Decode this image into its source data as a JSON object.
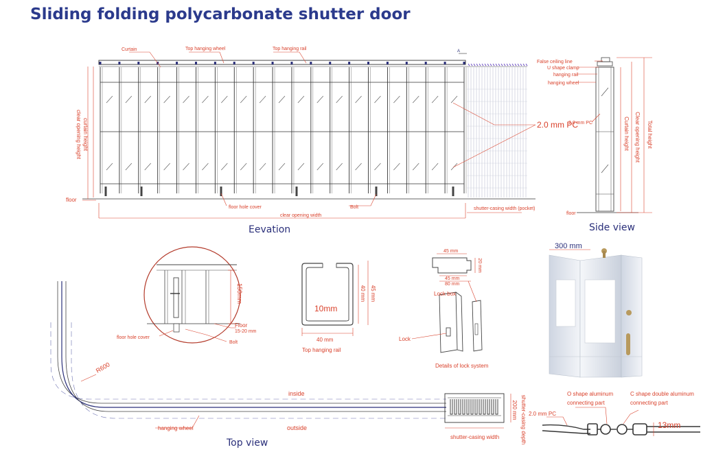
{
  "title": "Sliding folding polycarbonate shutter door",
  "elevation": {
    "caption": "Eevation",
    "labels": {
      "curtain": "Curtain",
      "top_wheel": "Top hanging wheel",
      "top_rail": "Top hanging rail",
      "pc": "2.0 mm PC",
      "curtain_height": "curtain height",
      "clear_opening_height": "clear opening height",
      "floor": "floor",
      "floor_hole_cover": "floor hole cover",
      "bolt": "Bolt",
      "clear_opening_width": "clear opening width",
      "shutter_casing_width_pocket": "shutter-casing width (pocket)",
      "section_mark": "A"
    }
  },
  "side_view": {
    "caption": "Side view",
    "labels": {
      "false_ceiling": "False ceiling line",
      "u_clamp": "U shape clamp",
      "hanging_rail": "hanging rail",
      "hanging_wheel": "hanging wheel",
      "pc": "2.0 mm PC",
      "curtain_height": "Curtain height",
      "clear_opening_height": "Clear opening height",
      "total_height": "Total height",
      "floor": "floor"
    }
  },
  "detail_floor": {
    "dim_150": "150mm",
    "floor": "Floor",
    "gap": "15-20 mm",
    "floor_hole_cover": "floor hole cover",
    "bolt": "Bolt"
  },
  "rail_section": {
    "dim_40h": "40 mm",
    "dim_45": "45 mm",
    "dim_10": "10mm",
    "dim_40w": "40 mm",
    "caption": "Top hanging rail"
  },
  "lock": {
    "dim_45a": "45 mm",
    "dim_20": "20 mm",
    "dim_45b": "45 mm",
    "dim_80": "80 mm",
    "lock_box": "Lock box",
    "lock": "Lock",
    "caption": "Details of lock system"
  },
  "photo": {
    "dim_300": "300 mm"
  },
  "top_view": {
    "caption": "Top view",
    "r600": "R600",
    "inside": "inside",
    "outside": "outside",
    "hanging_wheel": "hanging wheel",
    "dim_200": "200 mm",
    "casing_depth": "shutter-casing depth",
    "casing_width": "shutter-casing width"
  },
  "connector": {
    "o_shape": "O shape aluminum connecting part",
    "c_shape": "C shape double aluminum connecting part",
    "pc": "2.0 mm PC",
    "dim_13": "13mm"
  }
}
